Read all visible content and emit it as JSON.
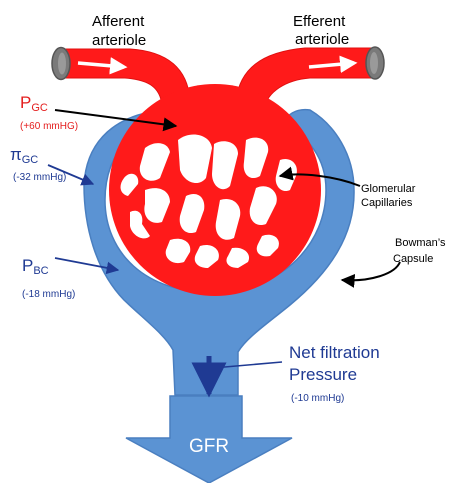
{
  "labels": {
    "afferent_1": "Afferent",
    "afferent_2": "arteriole",
    "efferent_1": "Efferent",
    "efferent_2": "arteriole",
    "pgc_symbol": "P",
    "pgc_sub": "GC",
    "pgc_value": "(+60 mmHG)",
    "pigc_symbol": "π",
    "pigc_sub": "GC",
    "pigc_value": "(-32 mmHg)",
    "pbc_symbol": "P",
    "pbc_sub": "BC",
    "pbc_value": "(-18 mmHg)",
    "glom_1": "Glomerular",
    "glom_2": "Capillaries",
    "bowman_1": "Bowman’s",
    "bowman_2": "Capsule",
    "net_1": "Net filtration",
    "net_2": "Pressure",
    "net_value": "(-10 mmHg)",
    "gfr": "GFR"
  },
  "colors": {
    "vessel_red": "#ff1a1a",
    "capsule_blue": "#5b93d3",
    "capsule_outline": "#4a7fc0",
    "pressure_red": "#e41e1e",
    "pressure_navy": "#1f3a93",
    "vessel_cap_gray": "#7a7a7a"
  }
}
